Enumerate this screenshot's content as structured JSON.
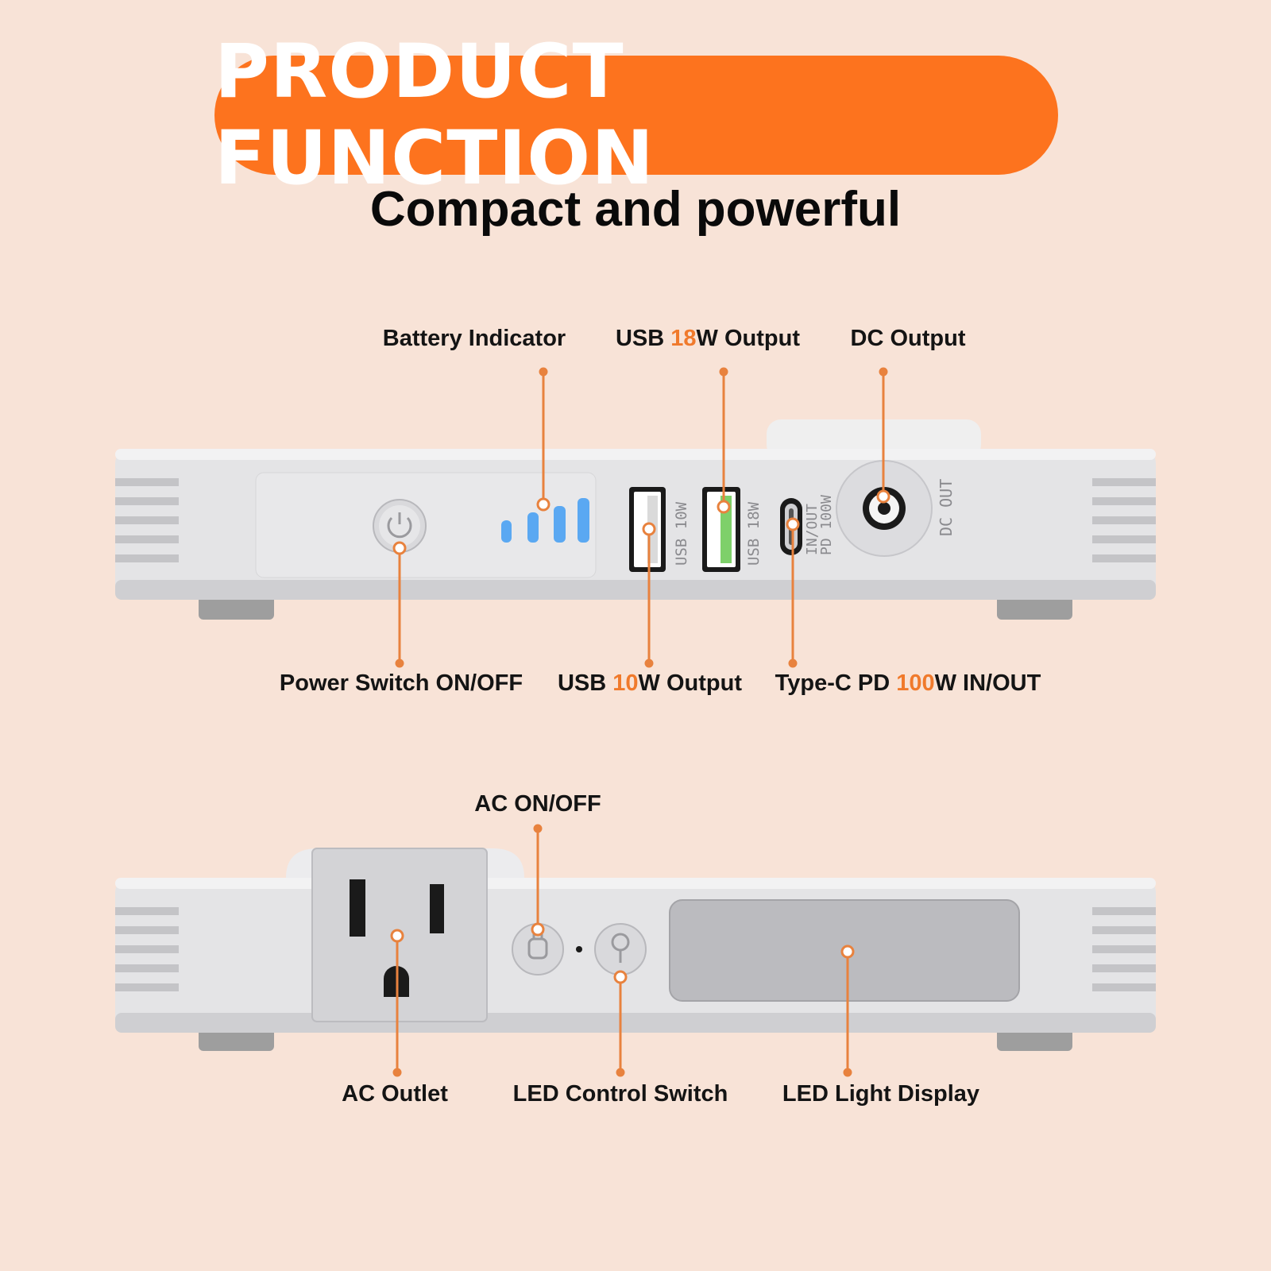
{
  "header": {
    "title": "PRODUCT FUNCTION",
    "subtitle": "Compact and powerful"
  },
  "colors": {
    "background": "#f8e3d7",
    "accent": "#fd731e",
    "callout": "#e8823e",
    "battery_led": "#5aa8f2",
    "usb18_port": "#7ed06a"
  },
  "front_panel": {
    "labels": {
      "battery_indicator": "Battery Indicator",
      "usb18_pre": "USB ",
      "usb18_num": "18",
      "usb18_post": "W Output",
      "dc_output": "DC Output",
      "power_switch": "Power Switch ON/OFF",
      "usb10_pre": "USB ",
      "usb10_num": "10",
      "usb10_post": "W Output",
      "typec_pre": "Type-C PD ",
      "typec_num": "100",
      "typec_post": "W IN/OUT"
    },
    "printed": {
      "usb10": "USB 10W",
      "usb18": "USB 18W",
      "typec_line1": "IN/OUT",
      "typec_line2": "PD 100W",
      "dc_out": "DC OUT"
    },
    "icons": {
      "power": "power-icon",
      "battery": "battery-level-icon"
    }
  },
  "back_panel": {
    "labels": {
      "ac_onoff": "AC ON/OFF",
      "ac_outlet": "AC Outlet",
      "led_control": "LED Control Switch",
      "led_display": "LED Light Display"
    },
    "icons": {
      "ac_button": "plug-icon",
      "led_button": "bulb-icon"
    }
  }
}
